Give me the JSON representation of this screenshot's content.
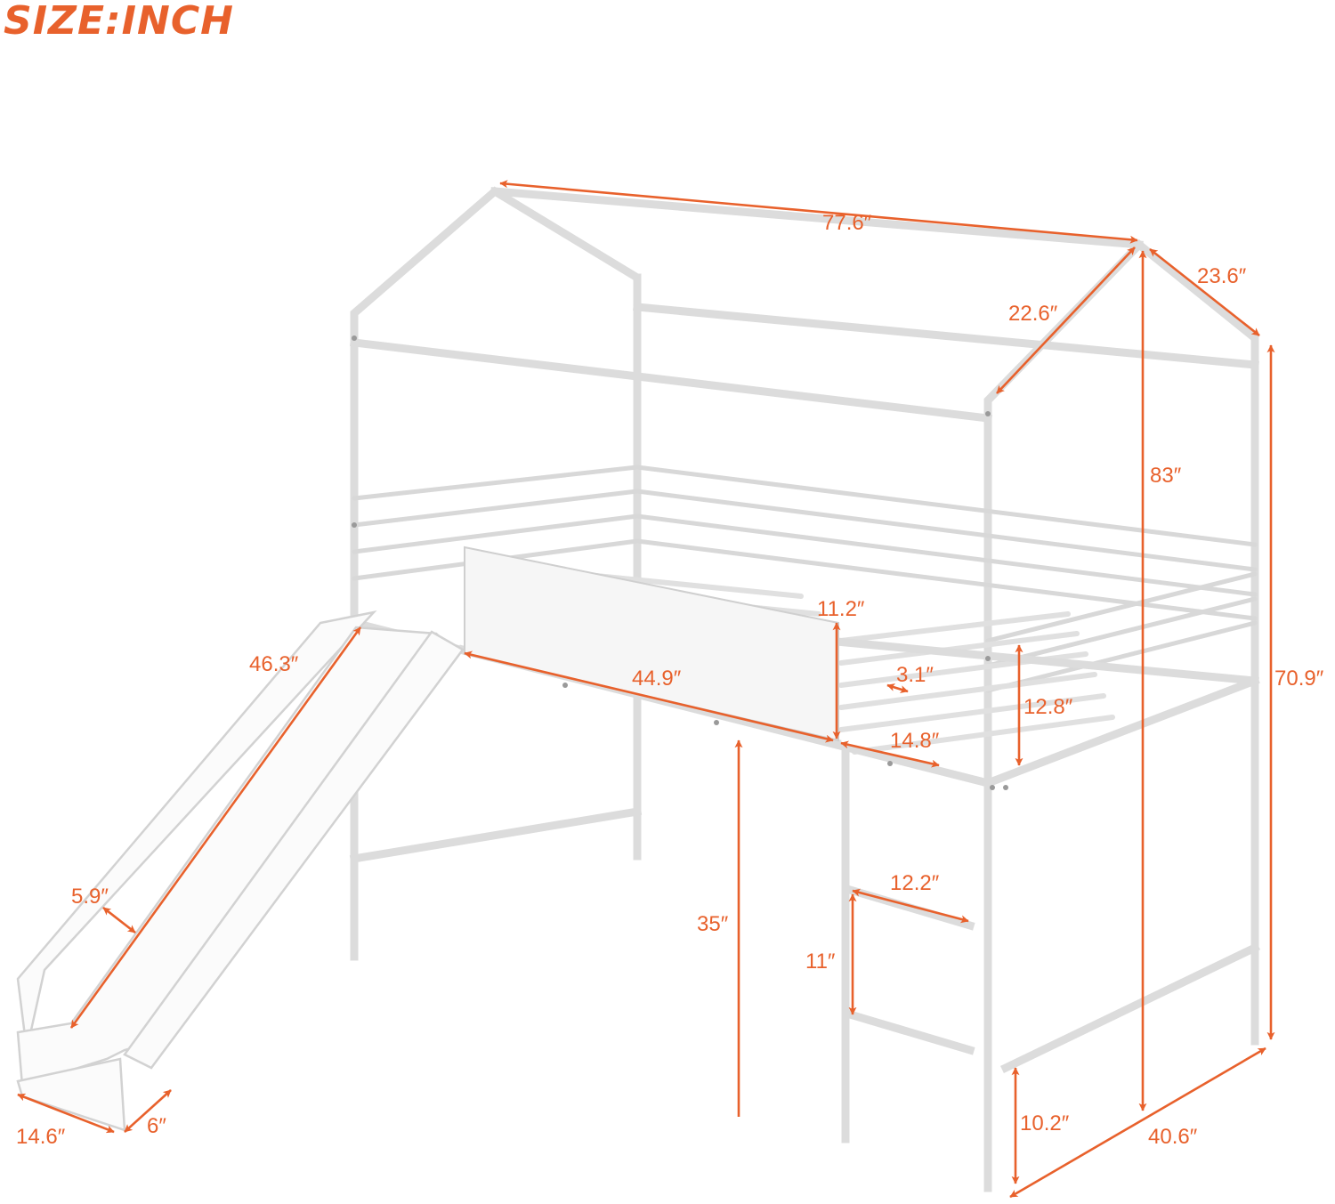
{
  "title": "SIZE:INCH",
  "colors": {
    "accent": "#e8612c",
    "frame": "#dcdcdc",
    "background": "#ffffff"
  },
  "product": "house-loft-bed-with-slide",
  "dimensions": {
    "overall_length": "77.6″",
    "roof_slope_front": "22.6″",
    "roof_slope_side": "23.6″",
    "overall_height": "83″",
    "side_post_height": "70.9″",
    "guard_panel_height": "11.2″",
    "guard_panel_length": "44.9″",
    "slat_gap": "3.1″",
    "rail_height": "12.8″",
    "ladder_opening": "14.8″",
    "slide_length": "46.3″",
    "slide_wall_width": "5.9″",
    "slide_width": "14.6″",
    "slide_end_height": "6″",
    "under_bed_clearance": "35″",
    "ladder_step_width": "12.2″",
    "ladder_step_spacing": "11″",
    "bottom_bar_height": "10.2″",
    "overall_width": "40.6″"
  }
}
